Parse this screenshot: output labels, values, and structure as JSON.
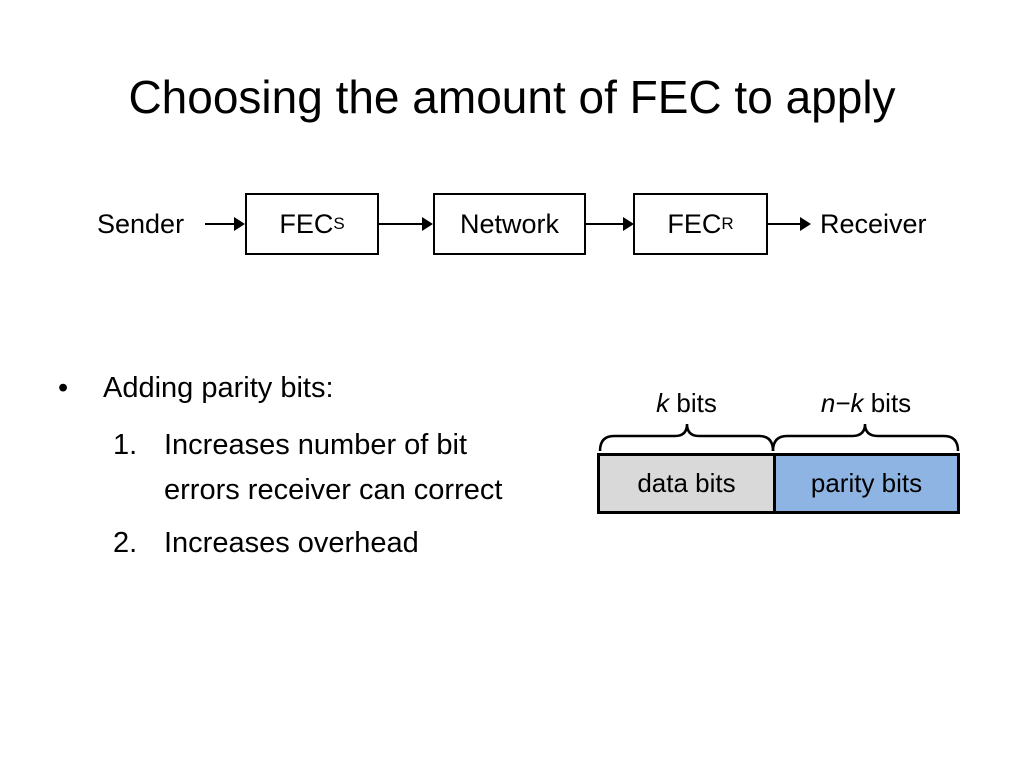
{
  "slide": {
    "title": "Choosing the amount of FEC to apply"
  },
  "pipeline": {
    "sender": "Sender",
    "fec_sender": {
      "main": "FEC",
      "sub": "S"
    },
    "network": "Network",
    "fec_receiver": {
      "main": "FEC",
      "sub": "R"
    },
    "receiver": "Receiver"
  },
  "bullets": {
    "symbol": "•",
    "heading": "Adding parity bits:",
    "items": [
      {
        "marker": "1.",
        "line1": "Increases number of bit",
        "line2": "errors receiver can correct"
      },
      {
        "marker": "2.",
        "line1": "Increases overhead"
      }
    ]
  },
  "codeword": {
    "k_label": {
      "var": "k",
      "unit": " bits"
    },
    "nk_label": {
      "var": "n−k",
      "unit": " bits"
    },
    "data_segment": {
      "label": "data bits",
      "fill": "#d9d9d9"
    },
    "parity_segment": {
      "label": "parity bits",
      "fill": "#8eb4e3"
    }
  }
}
